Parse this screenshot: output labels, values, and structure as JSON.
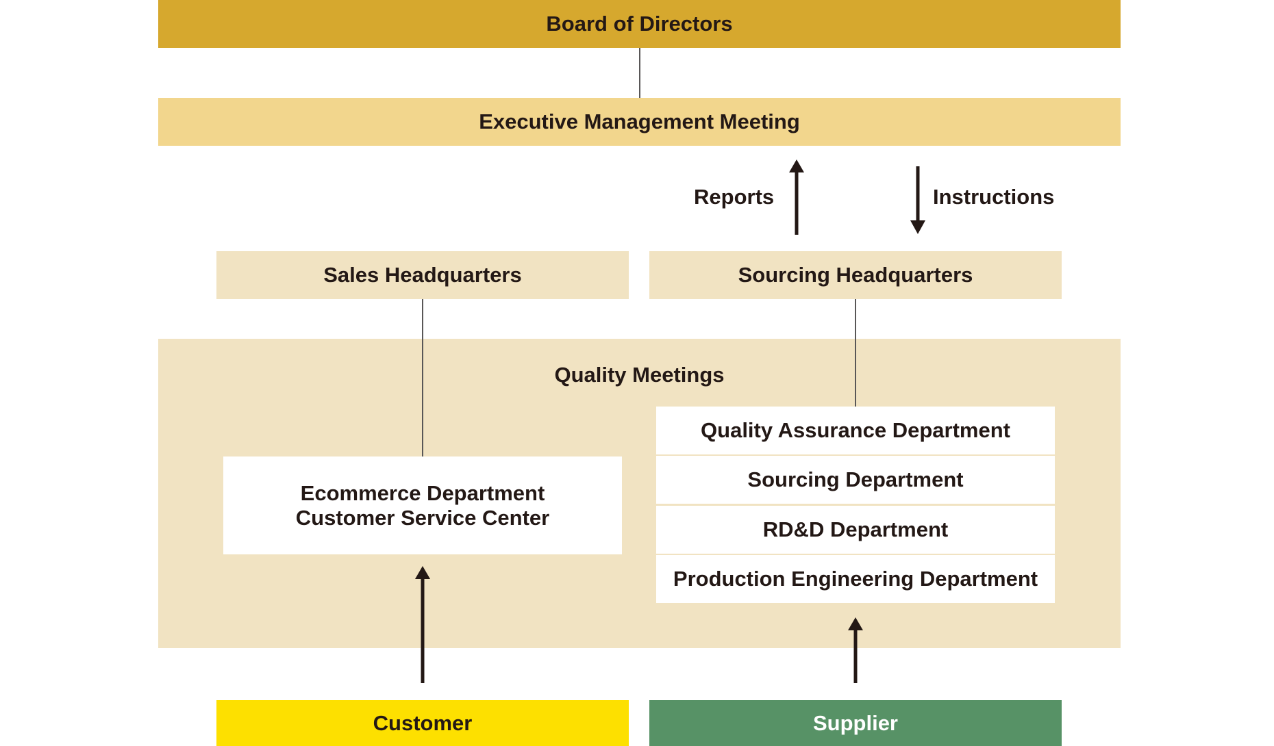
{
  "board": {
    "label": "Board of Directors"
  },
  "executive": {
    "label": "Executive Management Meeting"
  },
  "flows": {
    "reports_label": "Reports",
    "instructions_label": "Instructions"
  },
  "headquarters": {
    "sales": "Sales Headquarters",
    "sourcing": "Sourcing Headquarters"
  },
  "quality_meetings": {
    "title": "Quality Meetings",
    "sales_side": {
      "line1": "Ecommerce Department",
      "line2": "Customer Service Center"
    },
    "departments": [
      "Quality Assurance Department",
      "Sourcing Department",
      "RD&D Department",
      "Production Engineering Department"
    ]
  },
  "external": {
    "customer": "Customer",
    "supplier": "Supplier"
  },
  "colors": {
    "board": "#d6a82e",
    "executive": "#f2d68d",
    "headquarters": "#f1e3c2",
    "quality_area": "#f1e3c2",
    "department_box": "#ffffff",
    "customer": "#fde000",
    "supplier": "#579266",
    "text": "#231815",
    "arrow": "#231815",
    "connector": "#595757"
  }
}
